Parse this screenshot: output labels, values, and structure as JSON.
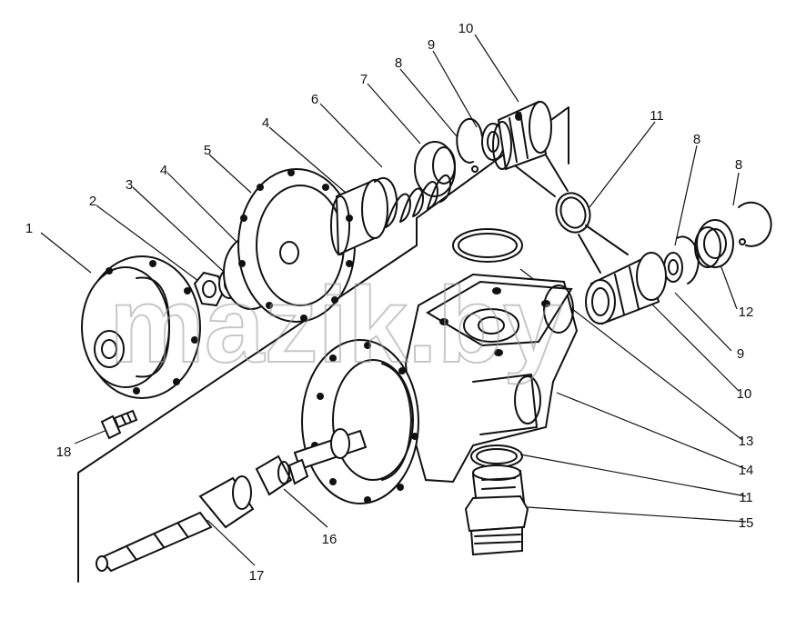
{
  "watermark": "mazik.by",
  "callouts": [
    "1",
    "2",
    "3",
    "4",
    "4",
    "5",
    "6",
    "7",
    "8",
    "9",
    "10",
    "11",
    "8",
    "8",
    "12",
    "9",
    "10",
    "13",
    "14",
    "11",
    "15",
    "16",
    "17",
    "18"
  ]
}
